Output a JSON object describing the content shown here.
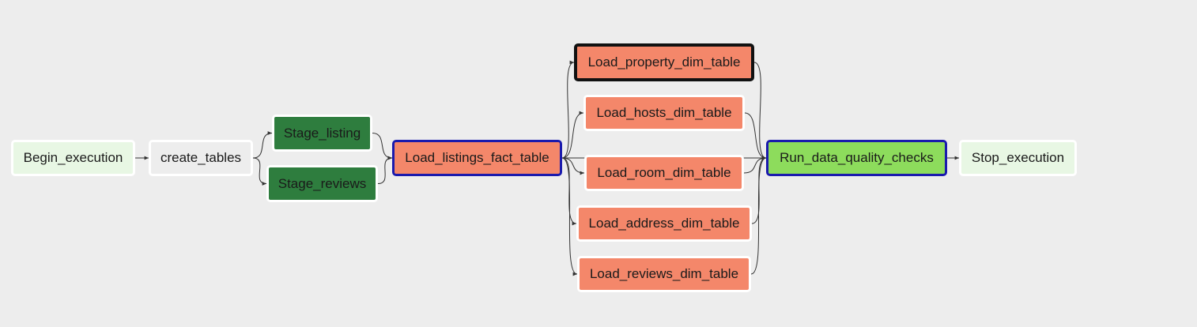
{
  "graph": {
    "nodes": {
      "begin_execution": {
        "label": "Begin_execution",
        "state": "dummy"
      },
      "create_tables": {
        "label": "create_tables",
        "state": "none"
      },
      "stage_listing": {
        "label": "Stage_listing",
        "state": "success"
      },
      "stage_reviews": {
        "label": "Stage_reviews",
        "state": "success"
      },
      "load_listings_fact_table": {
        "label": "Load_listings_fact_table",
        "state": "upstream_failed",
        "highlight": "blue"
      },
      "load_property_dim_table": {
        "label": "Load_property_dim_table",
        "state": "upstream_failed",
        "highlight": "black"
      },
      "load_hosts_dim_table": {
        "label": "Load_hosts_dim_table",
        "state": "upstream_failed"
      },
      "load_room_dim_table": {
        "label": "Load_room_dim_table",
        "state": "upstream_failed"
      },
      "load_address_dim_table": {
        "label": "Load_address_dim_table",
        "state": "upstream_failed"
      },
      "load_reviews_dim_table": {
        "label": "Load_reviews_dim_table",
        "state": "upstream_failed"
      },
      "run_data_quality_checks": {
        "label": "Run_data_quality_checks",
        "state": "running",
        "highlight": "blue"
      },
      "stop_execution": {
        "label": "Stop_execution",
        "state": "dummy"
      }
    },
    "edges": [
      [
        "begin_execution",
        "create_tables"
      ],
      [
        "create_tables",
        "stage_listing"
      ],
      [
        "create_tables",
        "stage_reviews"
      ],
      [
        "stage_listing",
        "load_listings_fact_table"
      ],
      [
        "stage_reviews",
        "load_listings_fact_table"
      ],
      [
        "load_listings_fact_table",
        "load_property_dim_table"
      ],
      [
        "load_listings_fact_table",
        "load_hosts_dim_table"
      ],
      [
        "load_listings_fact_table",
        "run_data_quality_checks"
      ],
      [
        "load_listings_fact_table",
        "load_room_dim_table"
      ],
      [
        "load_listings_fact_table",
        "load_address_dim_table"
      ],
      [
        "load_listings_fact_table",
        "load_reviews_dim_table"
      ],
      [
        "load_property_dim_table",
        "run_data_quality_checks"
      ],
      [
        "load_hosts_dim_table",
        "run_data_quality_checks"
      ],
      [
        "load_room_dim_table",
        "run_data_quality_checks"
      ],
      [
        "load_address_dim_table",
        "run_data_quality_checks"
      ],
      [
        "load_reviews_dim_table",
        "run_data_quality_checks"
      ],
      [
        "run_data_quality_checks",
        "stop_execution"
      ]
    ],
    "colors": {
      "dummy": "#e8f7e4",
      "none": "#ededed",
      "success": "#2e7d3e",
      "upstream_failed": "#f4876a",
      "running": "#8ddc5c",
      "highlight_blue": "#1a1aad",
      "highlight_black": "#111111",
      "edge": "#333333",
      "background": "#ededed"
    }
  }
}
